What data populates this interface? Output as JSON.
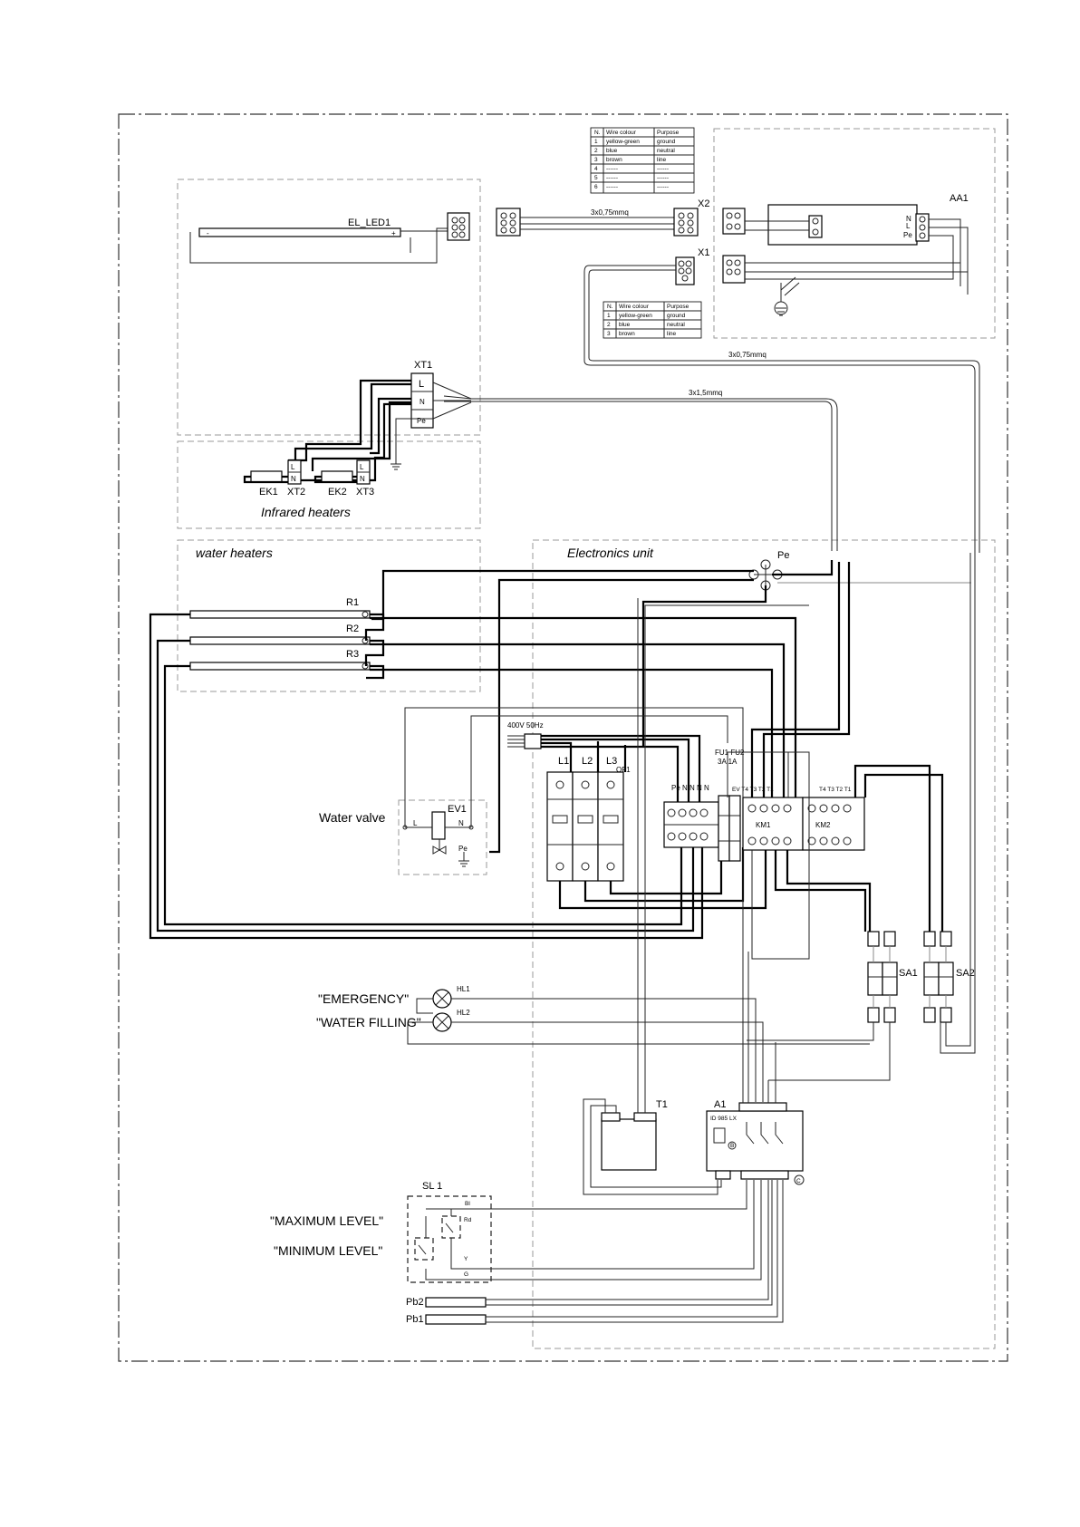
{
  "tables": {
    "x2": {
      "headers": [
        "N.",
        "Wire colour",
        "Purpose"
      ],
      "rows": [
        [
          "1",
          "yellow-green",
          "ground"
        ],
        [
          "2",
          "blue",
          "neutral"
        ],
        [
          "3",
          "brown",
          "line"
        ],
        [
          "4",
          "------",
          "------"
        ],
        [
          "5",
          "------",
          "------"
        ],
        [
          "6",
          "------",
          "------"
        ]
      ]
    },
    "x1": {
      "headers": [
        "N.",
        "Wire colour",
        "Purpose"
      ],
      "rows": [
        [
          "1",
          "yellow-green",
          "ground"
        ],
        [
          "2",
          "blue",
          "neutral"
        ],
        [
          "3",
          "brown",
          "line"
        ]
      ]
    }
  },
  "labels": {
    "el_led1": "EL_LED1",
    "x2": "X2",
    "x1": "X1",
    "aa1": "AA1",
    "cable_x2": "3x0,75mmq",
    "cable_aa1": "3x0,75mmq",
    "cable_main": "3x1,5mmq",
    "xt1": "XT1",
    "term_l": "L",
    "term_n": "N",
    "term_pe": "Pe",
    "ek1": "EK1",
    "xt2": "XT2",
    "ek2": "EK2",
    "xt3": "XT3",
    "infrared_heaters": "Infrared heaters",
    "water_heaters": "water heaters",
    "electronics_unit": "Electronics unit",
    "pe": "Pe",
    "r1": "R1",
    "r2": "R2",
    "r3": "R3",
    "supply": "400V 50Hz",
    "l1": "L1",
    "l2": "L2",
    "l3": "L3",
    "qf1": "QF1",
    "fu1fu2": "FU1 FU2",
    "fuse_rating": "3A  1A",
    "km1": "KM1",
    "km2": "KM2",
    "water_valve": "Water valve",
    "ev1": "EV1",
    "sa1": "SA1",
    "sa2": "SA2",
    "emergency": "\"EMERGENCY\"",
    "water_filling": "\"WATER FILLING\"",
    "hl1": "HL1",
    "hl2": "HL2",
    "t1": "T1",
    "a1": "A1",
    "a1_model": "ID 985 LX",
    "sl1": "SL 1",
    "max_level": "\"MAXIMUM LEVEL\"",
    "min_level": "\"MINIMUM LEVEL\"",
    "pb2": "Pb2",
    "pb1": "Pb1",
    "bl": "Bl",
    "rd": "Rd",
    "y": "Y",
    "g": "G",
    "c": "C",
    "b": "B"
  },
  "colors": {
    "wire": "#000000",
    "zone": "#9a9a9a",
    "background": "#ffffff"
  }
}
